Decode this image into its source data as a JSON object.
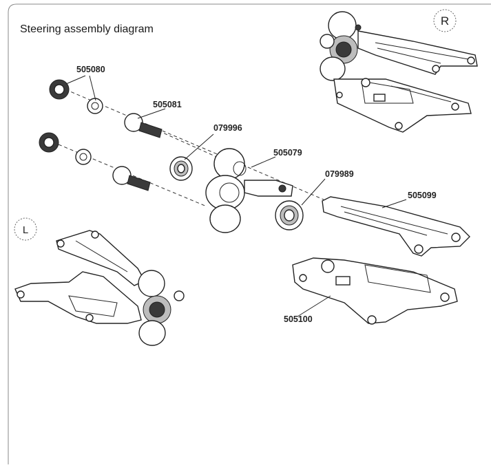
{
  "title": "Steering assembly diagram",
  "badges": {
    "right": "R",
    "left": "L"
  },
  "parts": {
    "p505080": "505080",
    "p505081": "505081",
    "p079996": "079996",
    "p505079": "505079",
    "p079989": "079989",
    "p505099": "505099",
    "p505100": "505100"
  }
}
